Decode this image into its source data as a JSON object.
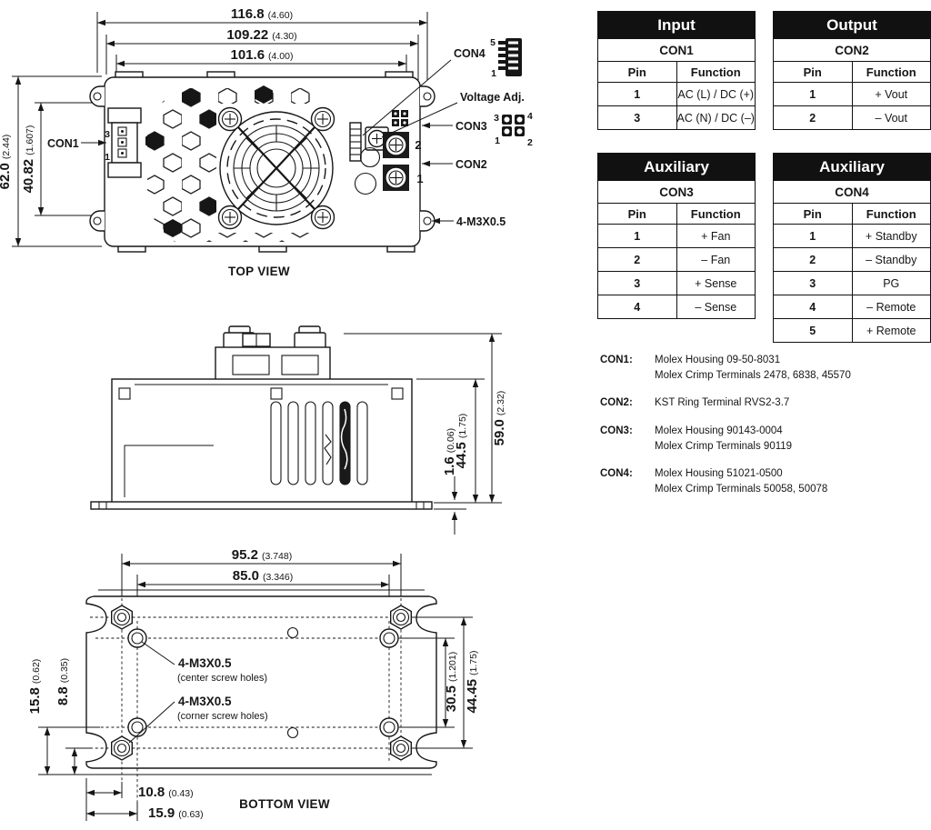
{
  "drawing": {
    "top": {
      "view_label": "TOP VIEW",
      "dims": {
        "w_outer": {
          "mm": "116.8",
          "in": "(4.60)"
        },
        "w_mid": {
          "mm": "109.22",
          "in": "(4.30)"
        },
        "w_inner": {
          "mm": "101.6",
          "in": "(4.00)"
        },
        "h_outer": {
          "mm": "62.0",
          "in": "(2.44)"
        },
        "h_inner": {
          "mm": "40.82",
          "in": "(1.607)"
        }
      },
      "labels": {
        "con1": "CON1",
        "con2": "CON2",
        "con3": "CON3",
        "con4": "CON4",
        "voltage_adj": "Voltage Adj.",
        "screws": "4-M3X0.5"
      },
      "pin_marks": {
        "con1_top": "3",
        "con1_bottom": "1",
        "con4_top": "5",
        "con4_bottom": "1",
        "con3_tl": "3",
        "con3_tr": "4",
        "con3_bl": "1",
        "con3_br": "2",
        "con2_upper": "2",
        "con2_lower": "1"
      }
    },
    "side": {
      "dims": {
        "h_outer": {
          "mm": "59.0",
          "in": "(2.32)"
        },
        "h_body": {
          "mm": "44.5",
          "in": "(1.75)"
        },
        "base_t": {
          "mm": "1.6",
          "in": "(0.06)"
        }
      }
    },
    "bottom": {
      "view_label": "BOTTOM VIEW",
      "dims": {
        "w_outer": {
          "mm": "95.2",
          "in": "(3.748)"
        },
        "w_inner": {
          "mm": "85.0",
          "in": "(3.346)"
        },
        "h_outer": {
          "mm": "44.45",
          "in": "(1.75)"
        },
        "h_inner": {
          "mm": "30.5",
          "in": "(1.201)"
        },
        "l_outer": {
          "mm": "15.8",
          "in": "(0.62)"
        },
        "l_inner": {
          "mm": "8.8",
          "in": "(0.35)"
        },
        "b_inner": {
          "mm": "10.8",
          "in": "(0.43)"
        },
        "b_outer": {
          "mm": "15.9",
          "in": "(0.63)"
        }
      },
      "labels": {
        "center_screws": "4-M3X0.5",
        "center_screws_note": "(center screw holes)",
        "corner_screws": "4-M3X0.5",
        "corner_screws_note": "(corner screw holes)"
      }
    }
  },
  "tables": [
    {
      "title": "Input",
      "connector": "CON1",
      "col_pin": "Pin",
      "col_fn": "Function",
      "rows": [
        [
          "1",
          "AC (L) / DC (+)"
        ],
        [
          "3",
          "AC (N) / DC (–)"
        ]
      ]
    },
    {
      "title": "Output",
      "connector": "CON2",
      "col_pin": "Pin",
      "col_fn": "Function",
      "rows": [
        [
          "1",
          "+ Vout"
        ],
        [
          "2",
          "– Vout"
        ]
      ]
    },
    {
      "title": "Auxiliary",
      "connector": "CON3",
      "col_pin": "Pin",
      "col_fn": "Function",
      "rows": [
        [
          "1",
          "+ Fan"
        ],
        [
          "2",
          "– Fan"
        ],
        [
          "3",
          "+ Sense"
        ],
        [
          "4",
          "– Sense"
        ]
      ]
    },
    {
      "title": "Auxiliary",
      "connector": "CON4",
      "col_pin": "Pin",
      "col_fn": "Function",
      "rows": [
        [
          "1",
          "+ Standby"
        ],
        [
          "2",
          "– Standby"
        ],
        [
          "3",
          "PG"
        ],
        [
          "4",
          "– Remote"
        ],
        [
          "5",
          "+ Remote"
        ]
      ]
    }
  ],
  "notes": [
    {
      "label": "CON1:",
      "lines": [
        "Molex Housing 09-50-8031",
        "Molex Crimp Terminals 2478, 6838, 45570"
      ]
    },
    {
      "label": "CON2:",
      "lines": [
        "KST Ring Terminal RVS2-3.7"
      ]
    },
    {
      "label": "CON3:",
      "lines": [
        "Molex Housing 90143-0004",
        "Molex Crimp Terminals 90119"
      ]
    },
    {
      "label": "CON4:",
      "lines": [
        "Molex Housing 51021-0500",
        "Molex Crimp Terminals 50058, 50078"
      ]
    }
  ]
}
